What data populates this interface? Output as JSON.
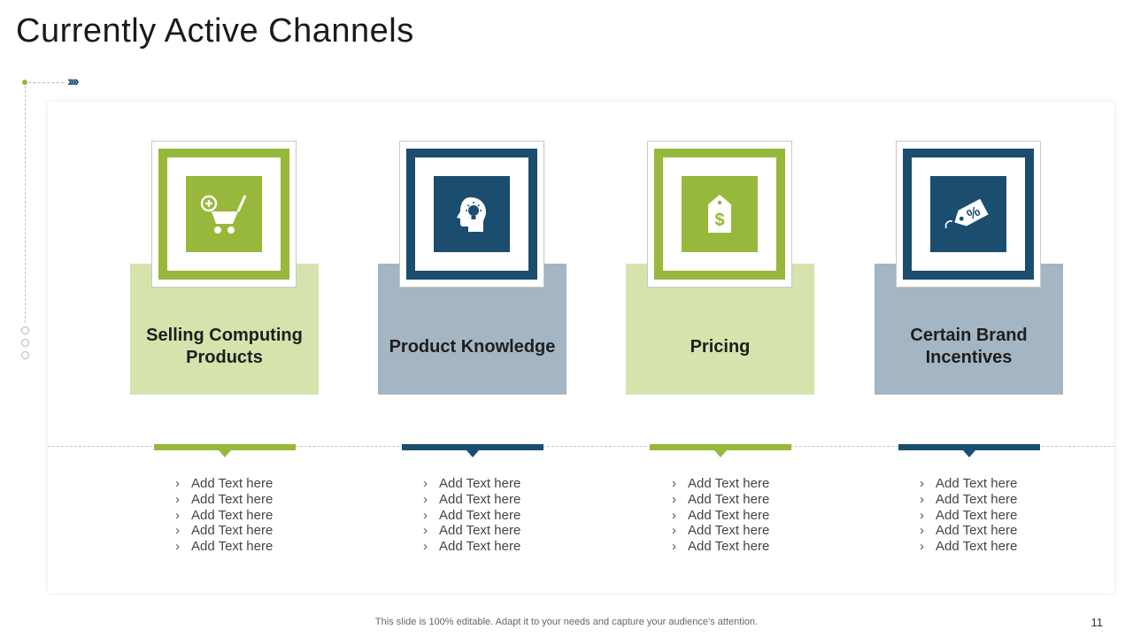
{
  "title": "Currently Active Channels",
  "colors": {
    "green": "#97b83a",
    "blue": "#1b4d6e",
    "light_green": "#d6e3ad",
    "light_blue": "#a4b5c4"
  },
  "decoration": {
    "chevrons": "››››"
  },
  "cards": [
    {
      "label": "Selling Computing Products",
      "theme": "green",
      "icon": "shopping-cart-plus-icon",
      "bullet_marker": "›",
      "bullets": [
        "Add Text here",
        "Add Text here",
        "Add Text here",
        "Add Text here",
        "Add Text here"
      ]
    },
    {
      "label": "Product Knowledge",
      "theme": "blue",
      "icon": "head-lightbulb-icon",
      "bullet_marker": "›",
      "bullets": [
        "Add Text here",
        "Add Text here",
        "Add Text here",
        "Add Text here",
        "Add Text here"
      ]
    },
    {
      "label": "Pricing",
      "theme": "green",
      "icon": "dollar-price-tag-icon",
      "bullet_marker": "›",
      "bullets": [
        "Add Text here",
        "Add Text here",
        "Add Text here",
        "Add Text here",
        "Add Text here"
      ]
    },
    {
      "label": "Certain Brand Incentives",
      "theme": "blue",
      "icon": "percent-tag-icon",
      "bullet_marker": "›",
      "bullets": [
        "Add Text here",
        "Add Text here",
        "Add Text here",
        "Add Text here",
        "Add Text here"
      ]
    }
  ],
  "footer": "This slide is 100% editable. Adapt it to your needs and capture your audience’s attention.",
  "page_number": "11"
}
